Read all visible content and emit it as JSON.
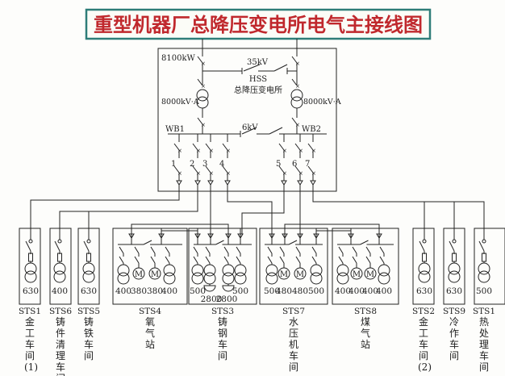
{
  "title": "重型机器厂总降压变电所电气主接线图",
  "colors": {
    "title_text": "#c0282d",
    "title_border": "#2e7d78",
    "line": "#222222"
  },
  "hss": {
    "power": "8100kW",
    "hv_bus": "35kV",
    "code": "HSS",
    "name": "总降压变电所",
    "tx_left": "8000kV·A",
    "tx_right": "8000kV·A",
    "bus_left": "WB1",
    "lv_bus": "6kV",
    "bus_right": "WB2"
  },
  "feeders": [
    "1",
    "2",
    "3",
    "4",
    "5",
    "6",
    "7"
  ],
  "stations": [
    {
      "id": "STS1",
      "name": "金工车间(1)",
      "loads": [
        {
          "kind": "transformer",
          "rating": "630"
        }
      ]
    },
    {
      "id": "STS6",
      "name": "铸件清理车间",
      "loads": [
        {
          "kind": "transformer",
          "rating": "400"
        }
      ]
    },
    {
      "id": "STS5",
      "name": "铸铁车间",
      "loads": [
        {
          "kind": "transformer",
          "rating": "630"
        }
      ]
    },
    {
      "id": "STS4",
      "name": "氧气站",
      "loads": [
        {
          "kind": "transformer",
          "rating": "400"
        },
        {
          "kind": "motor",
          "rating": "380"
        },
        {
          "kind": "motor",
          "rating": "380"
        },
        {
          "kind": "transformer",
          "rating": "400"
        }
      ]
    },
    {
      "id": "STS3",
      "name": "铸钢车间",
      "loads": [
        {
          "kind": "transformer",
          "rating": "500"
        },
        {
          "kind": "furnace-transformer",
          "rating": "2800"
        },
        {
          "kind": "furnace-transformer",
          "rating": "2800"
        },
        {
          "kind": "transformer",
          "rating": "500"
        }
      ]
    },
    {
      "id": "STS7",
      "name": "水压机车间",
      "loads": [
        {
          "kind": "transformer",
          "rating": "500"
        },
        {
          "kind": "motor",
          "rating": "480"
        },
        {
          "kind": "motor",
          "rating": "480"
        },
        {
          "kind": "transformer",
          "rating": "500"
        }
      ]
    },
    {
      "id": "STS8",
      "name": "煤气站",
      "loads": [
        {
          "kind": "transformer",
          "rating": "400"
        },
        {
          "kind": "motor",
          "rating": "400"
        },
        {
          "kind": "motor",
          "rating": "400"
        },
        {
          "kind": "transformer",
          "rating": "400"
        }
      ]
    },
    {
      "id": "STS2",
      "name": "金工车间(2)",
      "loads": [
        {
          "kind": "transformer",
          "rating": "630"
        }
      ]
    },
    {
      "id": "STS9",
      "name": "冷作车间",
      "loads": [
        {
          "kind": "transformer",
          "rating": "630"
        }
      ]
    },
    {
      "id": "STS1",
      "name": "热处理车间",
      "loads": [
        {
          "kind": "transformer",
          "rating": "500"
        }
      ]
    }
  ],
  "motor_symbol": "M"
}
